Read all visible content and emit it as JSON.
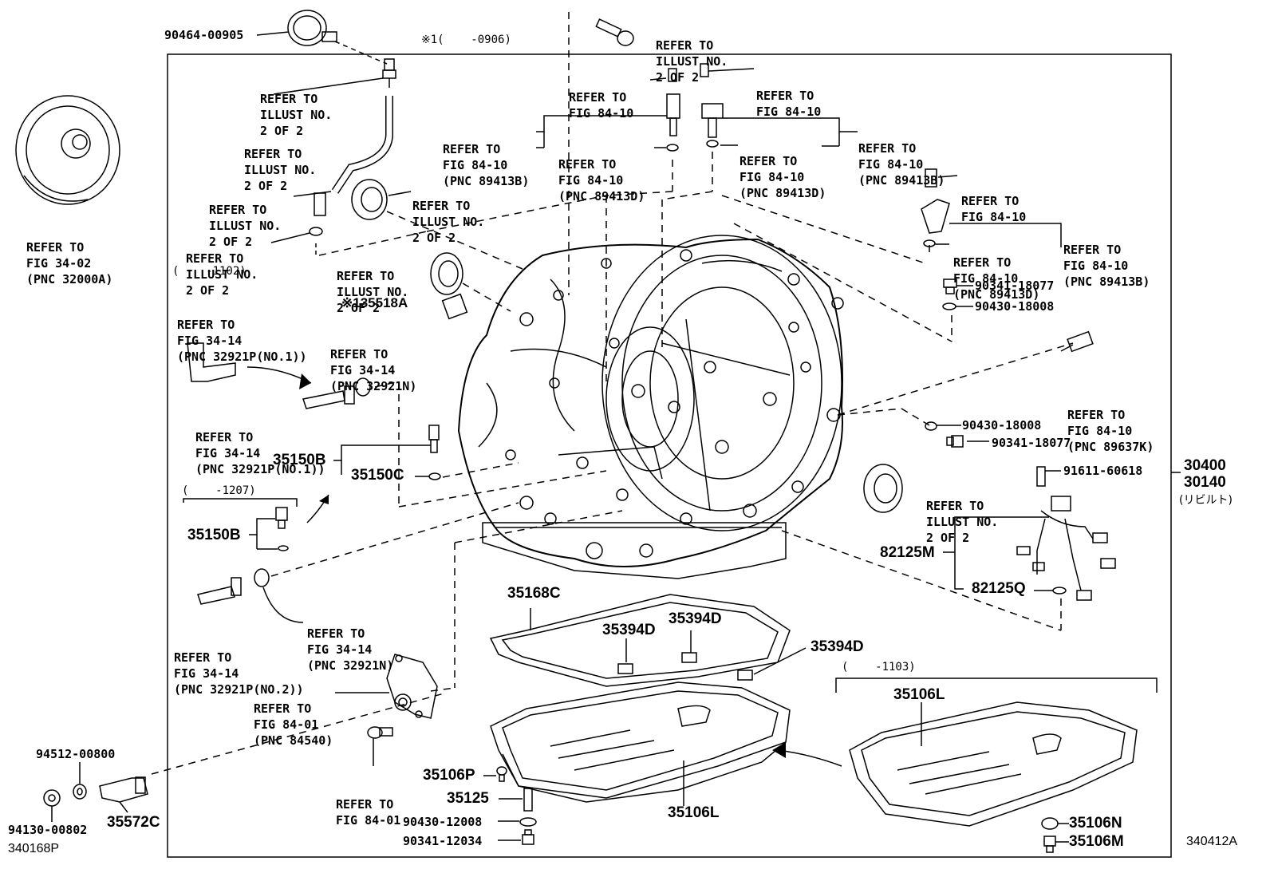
{
  "ref_labels": {
    "illust_top_right": [
      "REFER TO",
      "ILLUST NO.",
      "2 OF 2"
    ],
    "illust_upper_left": [
      "REFER TO",
      "ILLUST NO.",
      "2 OF 2"
    ],
    "illust_hose": [
      "REFER TO",
      "ILLUST NO.",
      "2 OF 2"
    ],
    "illust_seal_left": [
      "REFER TO",
      "ILLUST NO.",
      "2 OF 2"
    ],
    "illust_seal_mid": [
      "REFER TO",
      "ILLUST NO.",
      "2 OF 2"
    ],
    "illust_oring_left": [
      "REFER TO",
      "ILLUST NO.",
      "2 OF 2"
    ],
    "illust_seal_center": [
      "REFER TO",
      "ILLUST NO.",
      "2 OF 2"
    ],
    "illust_seal_right": [
      "REFER TO",
      "ILLUST NO.",
      "2 OF 2"
    ],
    "fig_34_02": [
      "REFER TO",
      "FIG 34-02",
      "(PNC 32000A)"
    ],
    "fig_84_10_a": [
      "REFER TO",
      "FIG 84-10"
    ],
    "fig_84_10_b": [
      "REFER TO",
      "FIG 84-10"
    ],
    "fig_84_10_c": [
      "REFER TO",
      "FIG 84-10",
      "(PNC 89413B)"
    ],
    "fig_84_10_d": [
      "REFER TO",
      "FIG 84-10",
      "(PNC 89413D)"
    ],
    "fig_84_10_e": [
      "REFER TO",
      "FIG 84-10",
      "(PNC 89413D)"
    ],
    "fig_84_10_f": [
      "REFER TO",
      "FIG 84-10",
      "(PNC 89413B)"
    ],
    "fig_84_10_g": [
      "REFER TO",
      "FIG 84-10"
    ],
    "fig_84_10_h": [
      "REFER TO",
      "FIG 84-10",
      "(PNC 89413D)"
    ],
    "fig_84_10_i": [
      "REFER TO",
      "FIG 84-10",
      "(PNC 89413B)"
    ],
    "fig_84_10_j": [
      "REFER TO",
      "FIG 84-10",
      "(PNC 89637K)"
    ],
    "fig_34_14_a": [
      "REFER TO",
      "FIG 34-14",
      "(PNC 32921P(NO.1))"
    ],
    "fig_34_14_b": [
      "REFER TO",
      "FIG 34-14",
      "(PNC 32921N)"
    ],
    "fig_34_14_c": [
      "REFER TO",
      "FIG 34-14",
      "(PNC 32921P(NO.1))"
    ],
    "fig_34_14_d": [
      "REFER TO",
      "FIG 34-14",
      "(PNC 32921N)"
    ],
    "fig_34_14_e": [
      "REFER TO",
      "FIG 34-14",
      "(PNC 32921P(NO.2))"
    ],
    "fig_84_01_a": [
      "REFER TO",
      "FIG 84-01",
      "(PNC 84540)"
    ],
    "fig_84_01_b": [
      "REFER TO",
      "FIG 84-01"
    ]
  },
  "date_notes": {
    "top_note": "※1(    -0906)",
    "note_1102": "(    -1102)",
    "note_1207": "(    -1207)",
    "note_1103": "(    -1103)"
  },
  "part_numbers": {
    "p90464": "90464-00905",
    "p35518a": "※135518A",
    "p35150b_a": "35150B",
    "p35150c": "35150C",
    "p35150b_b": "35150B",
    "p90341_a": "90341-18077",
    "p90430_a": "90430-18008",
    "p90430_b": "90430-18008",
    "p90341_b": "90341-18077",
    "p91611": "91611-60618",
    "p30400": "30400",
    "p30140": "30140",
    "rebuilt": "(リビルト)",
    "p82125m": "82125M",
    "p82125q": "82125Q",
    "p35168c": "35168C",
    "p35394d_a": "35394D",
    "p35394d_b": "35394D",
    "p35394d_c": "35394D",
    "p35106l_a": "35106L",
    "p35106l_b": "35106L",
    "p35106p": "35106P",
    "p35125": "35125",
    "p90430_c": "90430-12008",
    "p90341_c": "90341-12034",
    "p35106n": "35106N",
    "p35106m": "35106M",
    "p94512": "94512-00800",
    "p94130": "94130-00802",
    "p35572c": "35572C"
  },
  "illustration_ids": {
    "left": "340168P",
    "right": "340412A"
  }
}
